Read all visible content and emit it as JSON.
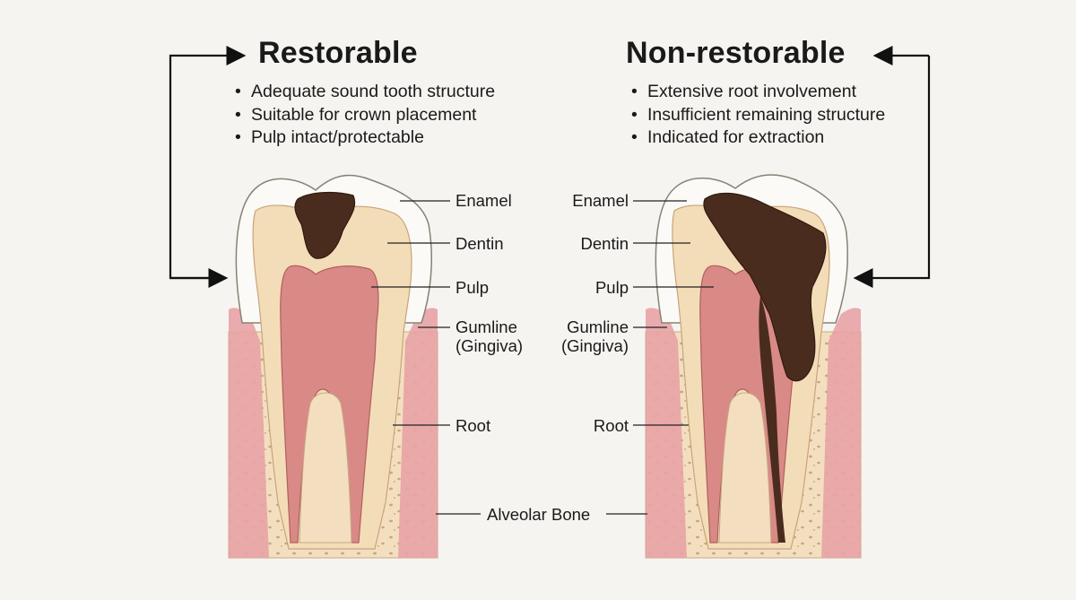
{
  "restorable": {
    "title": "Restorable",
    "criteria": [
      "Adequate sound tooth structure",
      "Suitable for crown placement",
      "Pulp intact/protectable"
    ]
  },
  "non_restorable": {
    "title": "Non-restorable",
    "criteria": [
      "Extensive root involvement",
      "Insufficient remaining structure",
      "Indicated for extraction"
    ]
  },
  "labels": {
    "enamel": "Enamel",
    "dentin": "Dentin",
    "pulp": "Pulp",
    "gumline": "Gumline",
    "gingiva": "(Gingiva)",
    "root": "Root",
    "alveolar_bone": "Alveolar Bone"
  },
  "colors": {
    "enamel": "#fbfaf7",
    "dentin": "#f3ddb8",
    "pulp": "#d98a86",
    "gum": "#e8a3a5",
    "bone": "#f3dfc0",
    "decay": "#4a2c1e",
    "line": "#222222"
  }
}
